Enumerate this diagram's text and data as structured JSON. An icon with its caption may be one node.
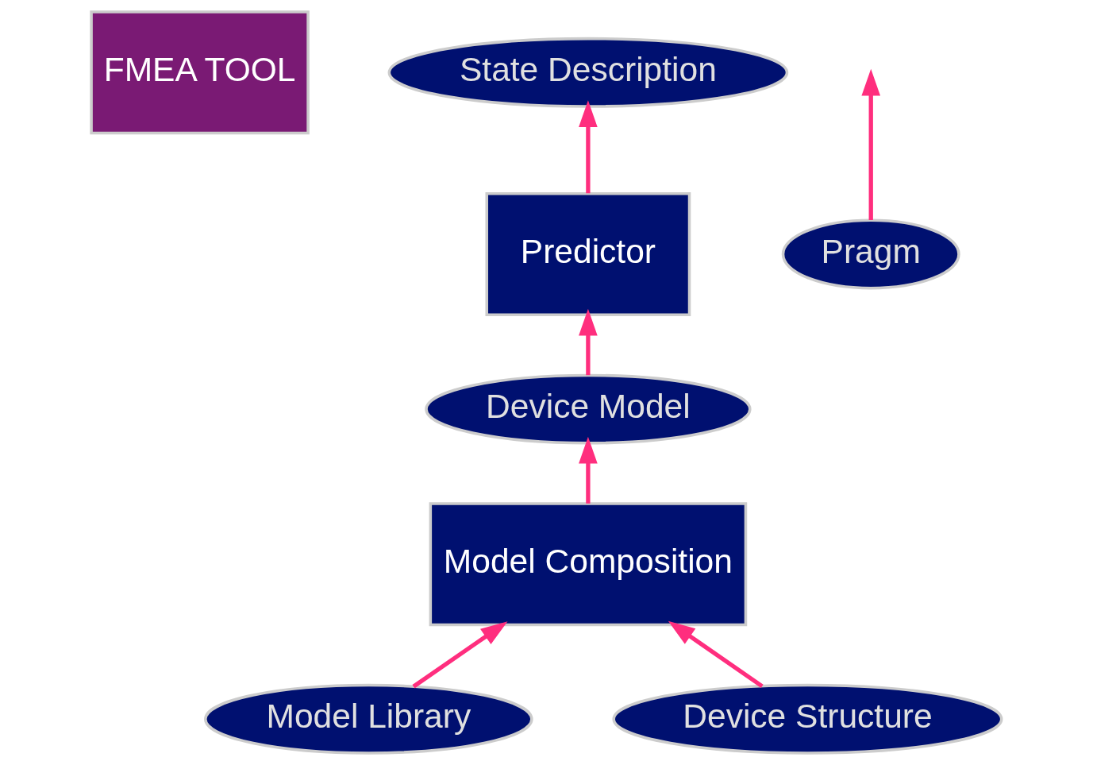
{
  "diagram": {
    "nodes": [
      {
        "text": [
          "FMEA TOOL"
        ]
      },
      {
        "text": [
          "State Description"
        ]
      },
      {
        "text": [
          "Predictor"
        ]
      },
      {
        "text": [
          "Pragm"
        ]
      },
      {
        "text": [
          "Device Model"
        ]
      },
      {
        "text": [
          "Model Library"
        ]
      },
      {
        "text": [
          "Model Composition"
        ]
      },
      {
        "text": [
          "Device Structure"
        ]
      }
    ],
    "edges": [
      {
        "from": 2,
        "to": 1,
        "arrow": "to"
      },
      {
        "from": 3,
        "to": null,
        "arrow": "to"
      },
      {
        "from": 4,
        "to": 2,
        "arrow": "to"
      },
      {
        "from": 6,
        "to": 4,
        "arrow": "to"
      },
      {
        "from": 5,
        "to": 6,
        "arrow": "to"
      },
      {
        "from": 7,
        "to": 6,
        "arrow": "to"
      }
    ]
  }
}
